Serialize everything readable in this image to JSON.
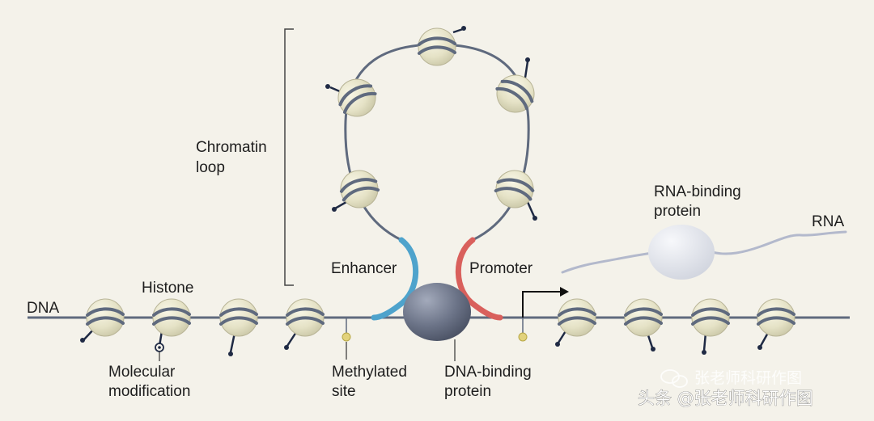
{
  "labels": {
    "dna": "DNA",
    "histone": "Histone",
    "chromatin_loop_line1": "Chromatin",
    "chromatin_loop_line2": "loop",
    "enhancer": "Enhancer",
    "promoter": "Promoter",
    "rna_binding_protein_line1": "RNA-binding",
    "rna_binding_protein_line2": "protein",
    "rna": "RNA",
    "molecular_modification_line1": "Molecular",
    "molecular_modification_line2": "modification",
    "methylated_site_line1": "Methylated",
    "methylated_site_line2": "site",
    "dna_binding_protein_line1": "DNA-binding",
    "dna_binding_protein_line2": "protein"
  },
  "watermark": {
    "back_text": "张老师科研作图",
    "front_text": "头条 @张老师科研作图"
  },
  "colors": {
    "background": "#f4f2ea",
    "dna_strand": "#5f6a7e",
    "histone_fill": "#e5e2c6",
    "enhancer": "#4ea3cc",
    "promoter": "#d9605c",
    "dna_binding_protein": "#6c7488",
    "rna_binding_protein": "#dfe2ea",
    "rna_strand": "#b3b9cc",
    "methylation_mark": "#e2d27c",
    "bracket": "#444444"
  }
}
